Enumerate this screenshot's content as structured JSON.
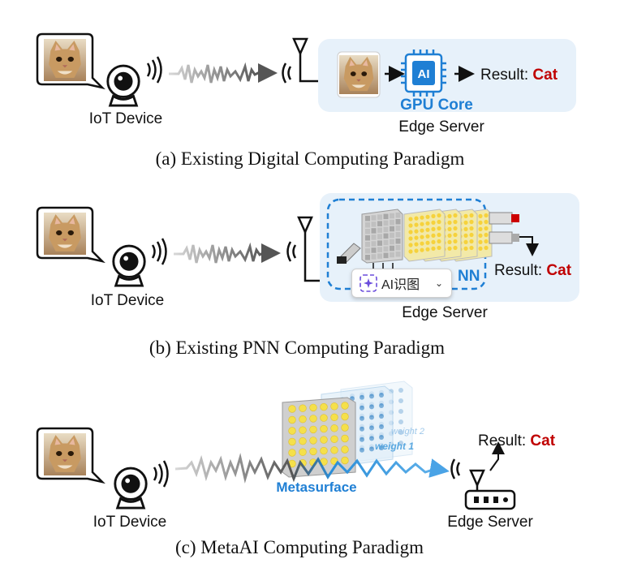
{
  "panel_a": {
    "device_label": "IoT Device",
    "server_label": "Edge Server",
    "chip_label": "AI",
    "gpu_label": "GPU Core",
    "result_prefix": "Result: ",
    "result_value": "Cat",
    "caption": "(a) Existing Digital Computing Paradigm"
  },
  "panel_b": {
    "device_label": "IoT Device",
    "server_label": "Edge Server",
    "pnn_partial": "NN",
    "result_prefix": "Result: ",
    "result_value": "Cat",
    "caption": "(b) Existing PNN Computing Paradigm",
    "popup_label": "AI识图"
  },
  "panel_c": {
    "device_label": "IoT Device",
    "server_label": "Edge Server",
    "metasurface_label": "Metasurface",
    "weight1_label": "weight 1",
    "weight2_label": "weight 2",
    "result_prefix": "Result: ",
    "result_value": "Cat",
    "caption": "(c) MetaAI Computing Paradigm"
  },
  "colors": {
    "accent_blue": "#1f7fd4",
    "result_red": "#c00000",
    "panel_bg": "#e7f1fa"
  }
}
